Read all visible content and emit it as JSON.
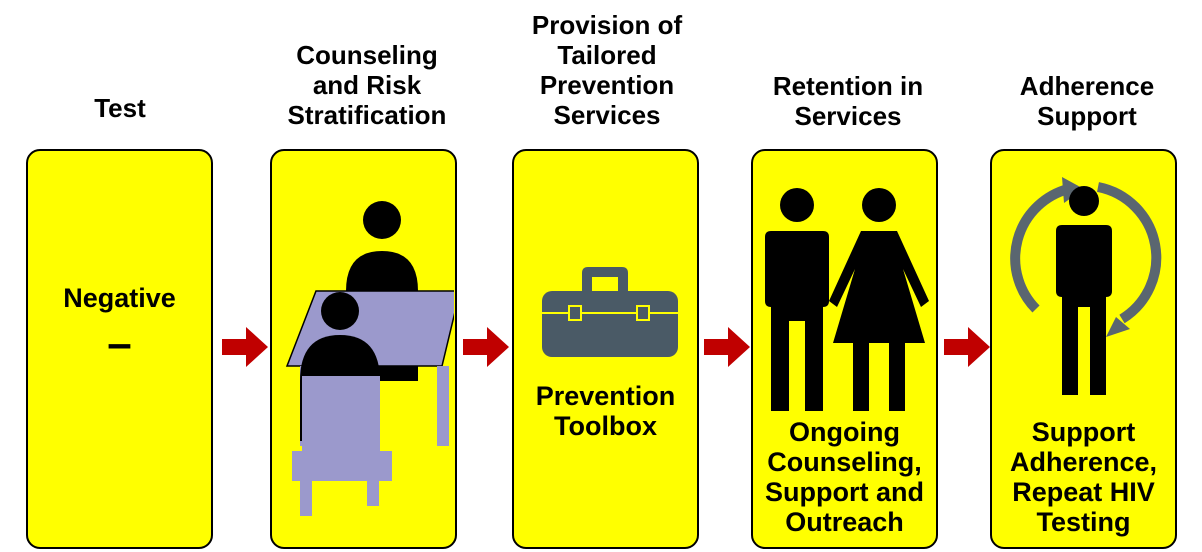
{
  "steps": [
    {
      "heading": "Test",
      "box_text": "Negative",
      "box_symbol": "–"
    },
    {
      "heading": "Counseling\nand Risk\nStratification"
    },
    {
      "heading": "Provision of\nTailored\nPrevention\nServices",
      "box_text": "Prevention\nToolbox"
    },
    {
      "heading": "Retention in\nServices",
      "box_text": "Ongoing\nCounseling,\nSupport and\nOutreach"
    },
    {
      "heading": "Adherence\nSupport",
      "box_text": "Support\nAdherence,\nRepeat HIV\nTesting"
    }
  ],
  "icons": {
    "step2": "counseling-table-icon",
    "step3": "toolbox-icon",
    "step4": "man-woman-icon",
    "step5": "person-cycle-icon"
  },
  "colors": {
    "box_fill": "#ffff00",
    "arrow": "#c00000",
    "table": "#9b99cc",
    "toolbox": "#4a5a66",
    "cycle_arrow": "#5a6670",
    "figure": "#000000"
  }
}
